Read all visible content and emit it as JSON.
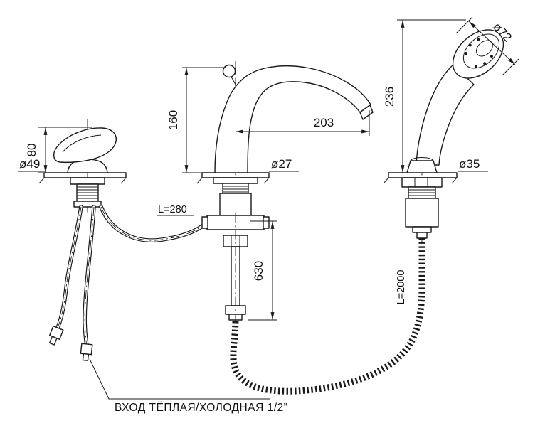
{
  "drawing": {
    "type": "bath-mixer-installation-diagram",
    "colors": {
      "line": "#1a1a1a",
      "background": "#ffffff"
    },
    "labels": {
      "handle_height": "80",
      "handle_base_dia": "ø49",
      "spout_height": "160",
      "spout_reach": "203",
      "spout_base_dia": "ø27",
      "shower_height": "236",
      "shower_head_dia": "ø72",
      "shower_base_dia": "ø35",
      "hose_left_length": "L=280",
      "riser_length": "630",
      "shower_hose_length": "L=2000",
      "inlet_note": "ВХОД ТЁПЛАЯ/ХОЛОДНАЯ 1/2”"
    }
  }
}
